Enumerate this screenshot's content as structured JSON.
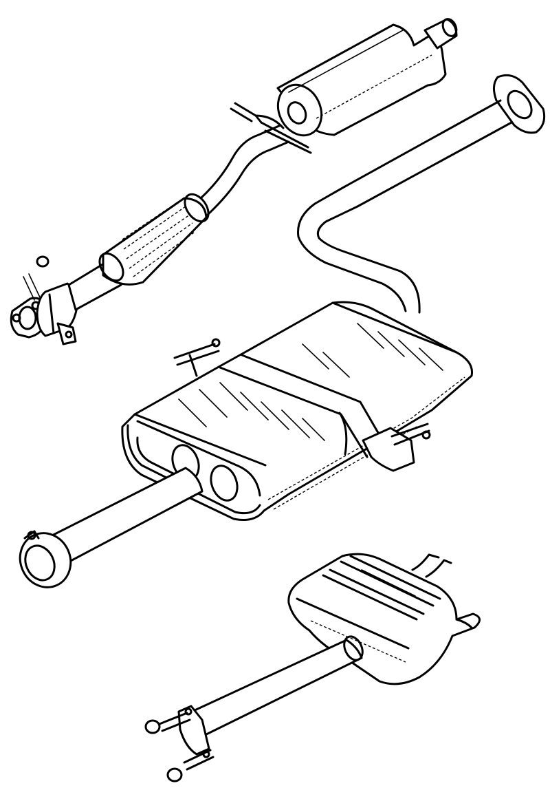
{
  "diagram": {
    "parts": [
      "front-pipe-with-flex-section",
      "front-silencer",
      "intermediate-pipe",
      "centre-silencer",
      "rear-silencer",
      "tail-pipe"
    ],
    "colors": {
      "line": "#000000",
      "background": "#ffffff"
    }
  }
}
